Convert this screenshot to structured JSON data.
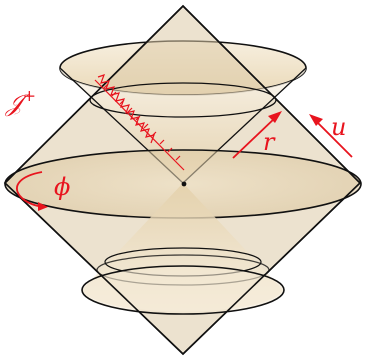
{
  "labels": {
    "scri": "𝒥",
    "scri_sup": "+",
    "r": "r",
    "u": "u",
    "phi": "ϕ"
  },
  "colors": {
    "accent": "#e8141e",
    "stroke": "#111111",
    "fill_light": "#f6eee0",
    "fill_mid": "#ead8b5",
    "fill_dark": "#cfb690",
    "square_fill": "#d9c9a8"
  },
  "icons": {
    "r_arrow": "arrow-up-right",
    "u_arrow": "arrow-down-right",
    "phi_arrow": "curved-arrow"
  }
}
